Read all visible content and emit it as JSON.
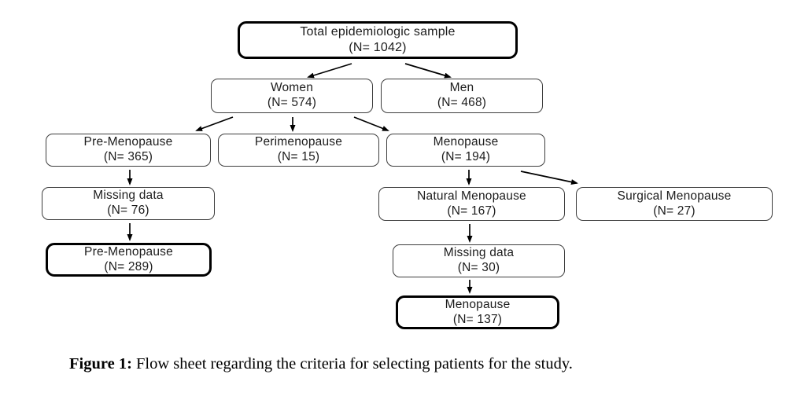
{
  "figure": {
    "caption_label": "Figure 1:",
    "caption_text": " Flow sheet regarding the criteria for selecting patients for the study."
  },
  "diagram": {
    "type": "flowchart",
    "nodes": {
      "total": {
        "label": "Total epidemiologic sample",
        "n": "(N= 1042)",
        "emphasis": "thick-border"
      },
      "women": {
        "label": "Women",
        "n": "(N= 574)"
      },
      "men": {
        "label": "Men",
        "n": "(N= 468)"
      },
      "pre365": {
        "label": "Pre-Menopause",
        "n": "(N= 365)"
      },
      "peri15": {
        "label": "Perimenopause",
        "n": "(N= 15)"
      },
      "meno194": {
        "label": "Menopause",
        "n": "(N= 194)"
      },
      "miss76": {
        "label": "Missing data",
        "n": "(N= 76)"
      },
      "nat167": {
        "label": "Natural Menopause",
        "n": "(N= 167)"
      },
      "surg27": {
        "label": "Surgical Menopause",
        "n": "(N= 27)"
      },
      "pre289": {
        "label": "Pre-Menopause",
        "n": "(N= 289)",
        "emphasis": "thick-border"
      },
      "miss30": {
        "label": "Missing data",
        "n": "(N= 30)"
      },
      "meno137": {
        "label": "Menopause",
        "n": "(N= 137)",
        "emphasis": "thick-border"
      }
    },
    "edges": [
      {
        "from": "total",
        "to": "women"
      },
      {
        "from": "total",
        "to": "men"
      },
      {
        "from": "women",
        "to": "pre365"
      },
      {
        "from": "women",
        "to": "peri15"
      },
      {
        "from": "women",
        "to": "meno194"
      },
      {
        "from": "pre365",
        "to": "miss76"
      },
      {
        "from": "miss76",
        "to": "pre289"
      },
      {
        "from": "meno194",
        "to": "nat167"
      },
      {
        "from": "meno194",
        "to": "surg27"
      },
      {
        "from": "nat167",
        "to": "miss30"
      },
      {
        "from": "miss30",
        "to": "meno137"
      }
    ],
    "colors": {
      "box_border_thin": "#3d3d3d",
      "box_border_thick": "#000000",
      "text": "#1c1c1c",
      "background": "#ffffff"
    }
  }
}
